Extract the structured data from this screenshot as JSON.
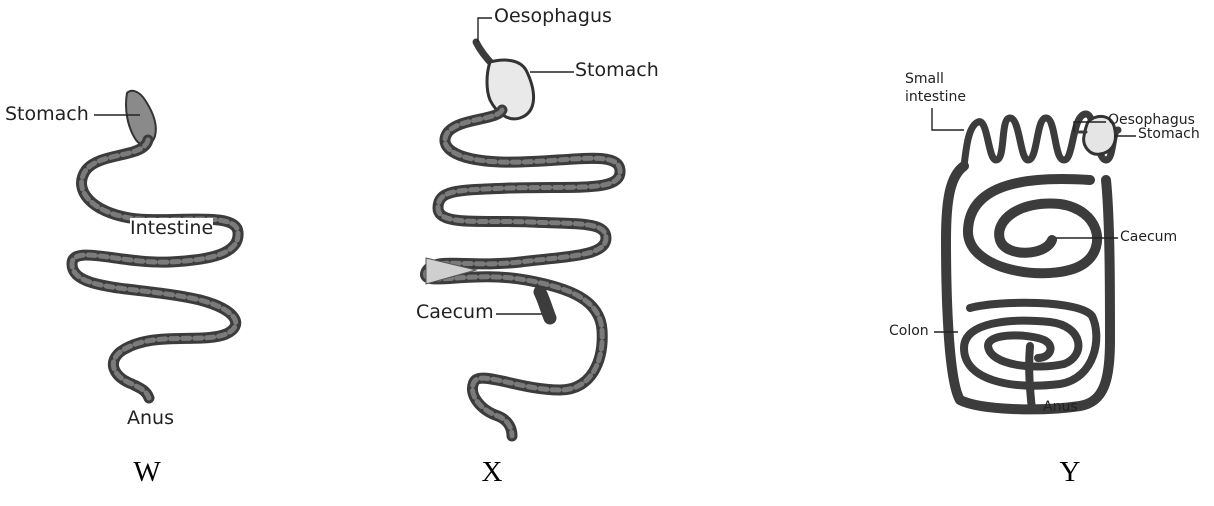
{
  "panels": {
    "w": {
      "caption": "W",
      "labels": {
        "stomach": "Stomach",
        "intestine": "Intestine",
        "anus": "Anus"
      }
    },
    "x": {
      "caption": "X",
      "labels": {
        "oesophagus": "Oesophagus",
        "stomach": "Stomach",
        "caecum": "Caecum"
      }
    },
    "y": {
      "caption": "Y",
      "labels": {
        "small_intestine_line1": "Small",
        "small_intestine_line2": "intestine",
        "oesophagus": "Oesophagus",
        "stomach": "Stomach",
        "caecum": "Caecum",
        "colon": "Colon",
        "anus": "Anus"
      }
    }
  }
}
